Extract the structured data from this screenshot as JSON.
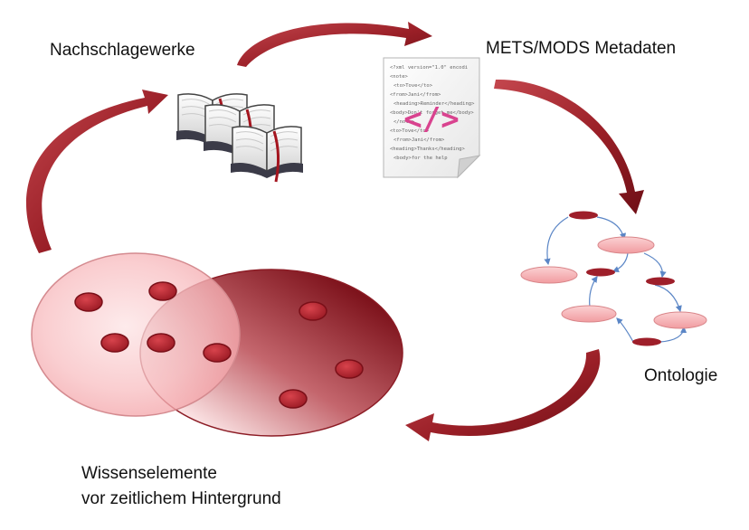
{
  "labels": {
    "reference_works": "Nachschlagewerke",
    "metadata": "METS/MODS Metadaten",
    "ontology": "Ontologie",
    "knowledge_line1": "Wissenselemente",
    "knowledge_line2": "vor zeitlichem Hintergrund"
  },
  "document_icon": {
    "glyph": "</>",
    "code_lines": [
      "<?xml version=\"1.0\" encodi",
      "<note>",
      "<to>Tove</to>",
      "<from>Jani</from>",
      "<heading>Reminder</heading>",
      "<body>Don't forget me</body>",
      "</note>",
      "<to>Tove</to>",
      "<from>Jani</from>",
      "<heading>Thanks</heading>",
      "<body>for the help"
    ]
  },
  "colors": {
    "arrow": "#9a1f27",
    "ellipse_light": "#f7b0b3",
    "ellipse_dark": "#8c1c25",
    "node_fill": "#f4a3a6",
    "small_node": "#9e1f2a",
    "ontology_edge": "#5b86c6"
  },
  "icons": [
    "books-icon",
    "xml-document-icon",
    "ontology-graph-icon",
    "venn-diagram-icon"
  ]
}
